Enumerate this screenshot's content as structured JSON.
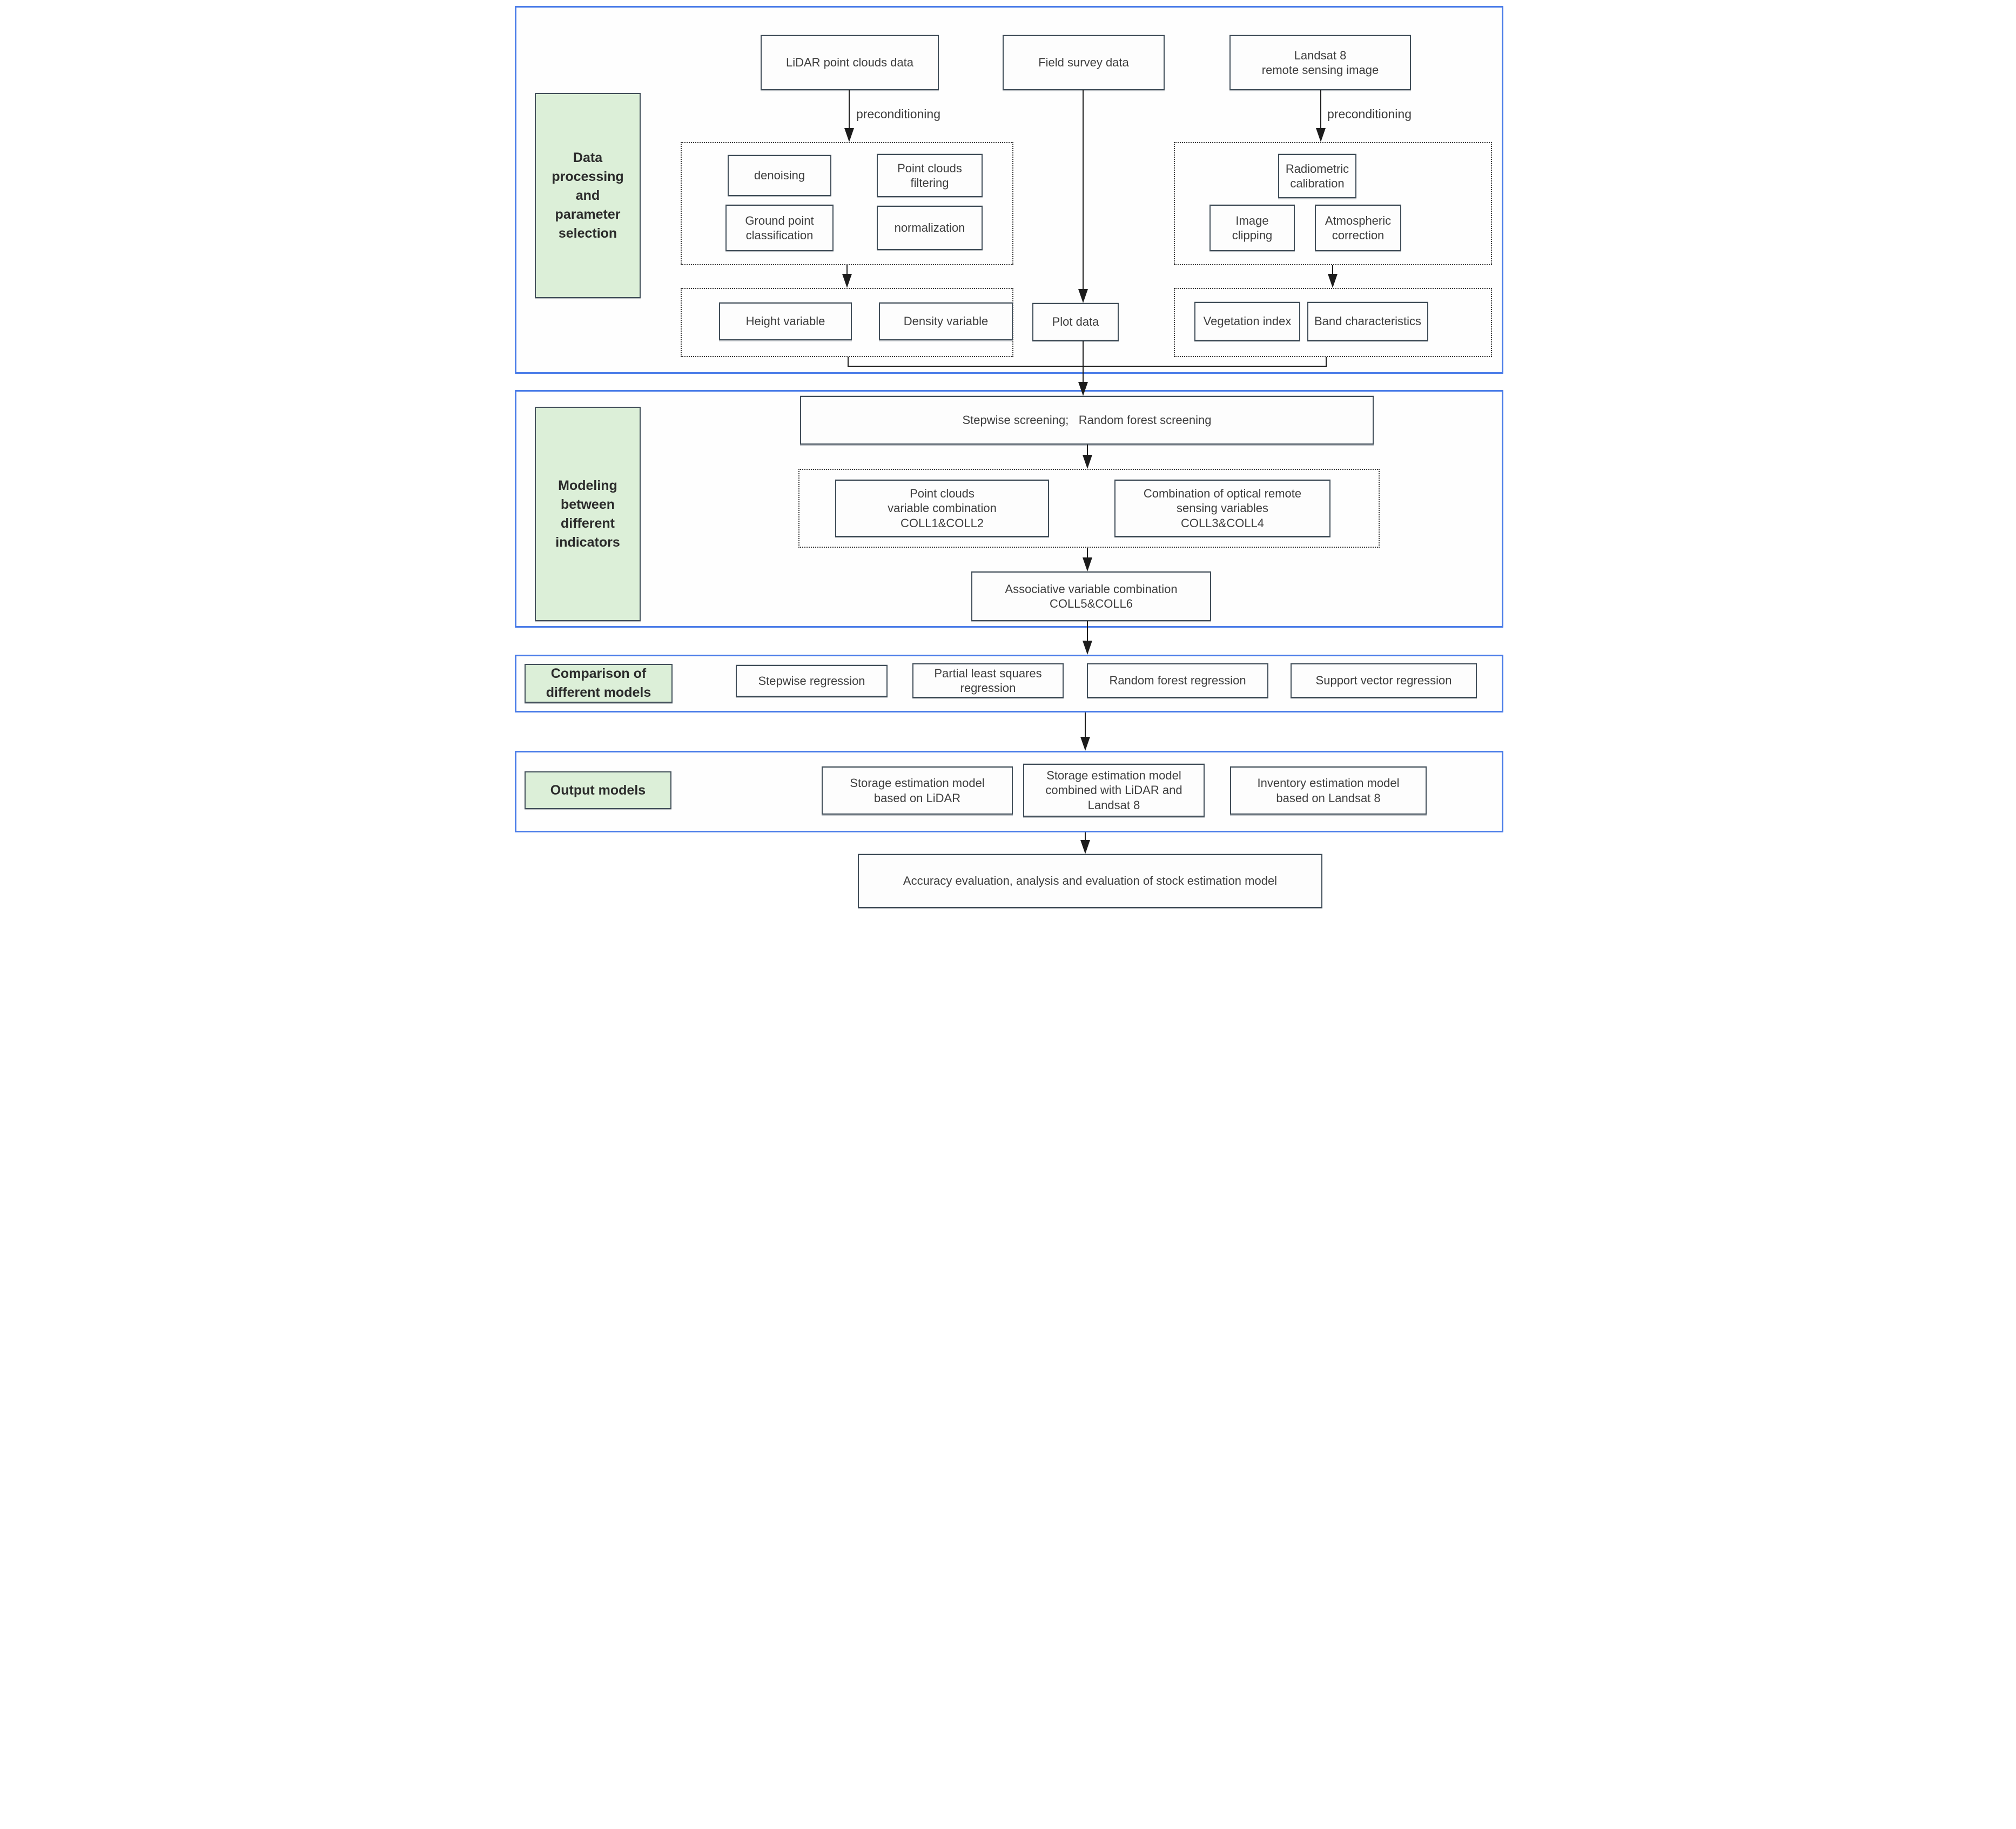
{
  "colors": {
    "section_border": "#4a7ce8",
    "box_border": "#414e59",
    "green_fill": "#dcefd8",
    "arrow": "#1c1c1c",
    "text": "#3e3e3e"
  },
  "section_labels": {
    "data_processing": "Data\nprocessing\nand\nparameter\nselection",
    "modeling": "Modeling\nbetween\ndifferent\nindicators",
    "comparison": "Comparison of\ndifferent models",
    "output": "Output models"
  },
  "arrow_labels": {
    "preconditioning_left": "preconditioning",
    "preconditioning_right": "preconditioning"
  },
  "boxes": {
    "lidar": "LiDAR point clouds data",
    "field_survey": "Field survey data",
    "landsat": "Landsat 8\nremote sensing image",
    "denoising": "denoising",
    "point_clouds_filtering": "Point clouds\nfiltering",
    "ground_point_classification": "Ground point\nclassification",
    "normalization": "normalization",
    "height_variable": "Height variable",
    "density_variable": "Density variable",
    "plot_data": "Plot data",
    "radiometric_calibration": "Radiometric\ncalibration",
    "image_clipping": "Image\nclipping",
    "atmospheric_correction": "Atmospheric\ncorrection",
    "vegetation_index": "Vegetation index",
    "band_characteristics": "Band characteristics",
    "screening": "Stepwise screening;   Random forest screening",
    "coll12": "Point clouds\nvariable combination\nCOLL1&COLL2",
    "coll34": "Combination of optical remote\nsensing variables\nCOLL3&COLL4",
    "coll56": "Associative variable combination\nCOLL5&COLL6",
    "stepwise_regression": "Stepwise regression",
    "pls_regression": "Partial least squares\nregression",
    "rf_regression": "Random forest regression",
    "sv_regression": "Support vector regression",
    "output_lidar": "Storage estimation model\nbased on LiDAR",
    "output_combined": "Storage estimation model\ncombined with LiDAR and\nLandsat 8",
    "output_landsat": "Inventory estimation model\nbased on Landsat 8",
    "accuracy": "Accuracy evaluation, analysis and evaluation of stock estimation model"
  }
}
